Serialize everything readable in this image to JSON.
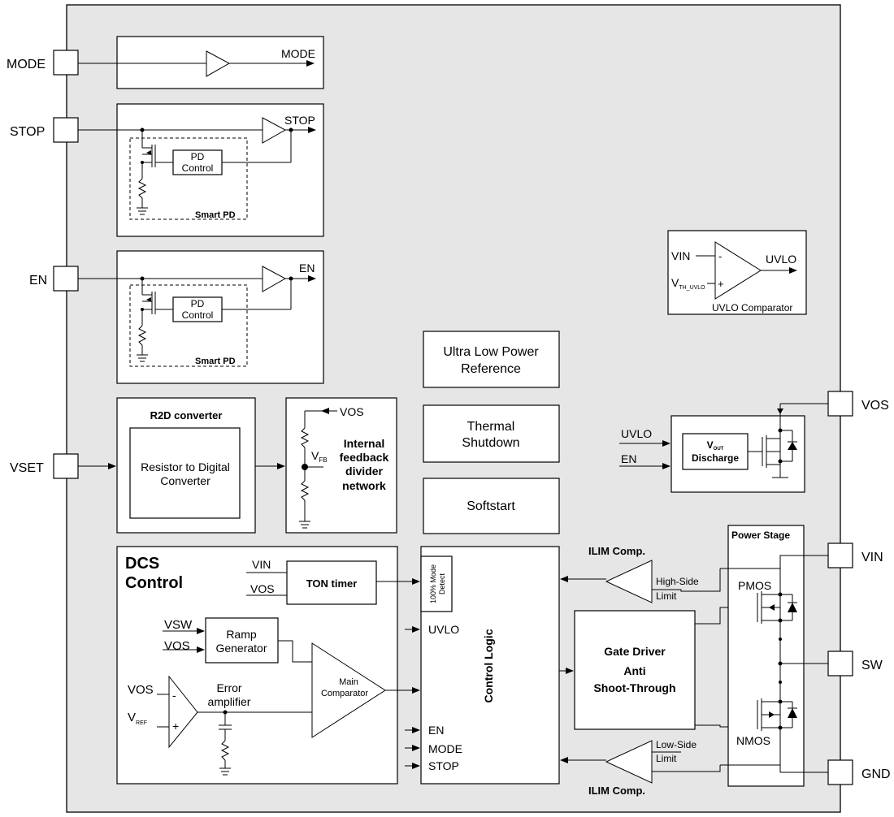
{
  "pins": {
    "mode": "MODE",
    "stop": "STOP",
    "en": "EN",
    "vset": "VSET",
    "vos": "VOS",
    "vin": "VIN",
    "sw": "SW",
    "gnd": "GND"
  },
  "blocks": {
    "mode_buffer": {
      "out": "MODE"
    },
    "stop_buffer": {
      "out": "STOP",
      "pd_line1": "PD",
      "pd_line2": "Control",
      "smart_pd": "Smart PD"
    },
    "en_buffer": {
      "out": "EN",
      "pd_line1": "PD",
      "pd_line2": "Control",
      "smart_pd": "Smart PD"
    },
    "uvlo_comparator": {
      "vin": "VIN",
      "minus": "-",
      "plus": "+",
      "vth_main": "V",
      "vth_sub": "TH_UVLO",
      "out": "UVLO",
      "title": "UVLO Comparator"
    },
    "reference": {
      "line1": "Ultra Low Power",
      "line2": "Reference"
    },
    "thermal": {
      "line1": "Thermal",
      "line2": "Shutdown"
    },
    "softstart": {
      "label": "Softstart"
    },
    "r2d": {
      "title": "R2D converter",
      "line1": "Resistor to Digital",
      "line2": "Converter"
    },
    "feedback": {
      "vos": "VOS",
      "vfb_main": "V",
      "vfb_sub": "FB",
      "line1": "Internal",
      "line2": "feedback",
      "line3": "divider",
      "line4": "network"
    },
    "discharge": {
      "uvlo": "UVLO",
      "en": "EN",
      "line1_main": "V",
      "line1_sub": "OUT",
      "line2": "Discharge"
    },
    "dcs": {
      "title_line1": "DCS",
      "title_line2": "Control",
      "vin": "VIN",
      "vos": "VOS",
      "ton": "TON timer",
      "vsw": "VSW",
      "vos2": "VOS",
      "ramp1": "Ramp",
      "ramp2": "Generator",
      "vos3": "VOS",
      "vref_main": "V",
      "vref_sub": "REF",
      "minus": "-",
      "plus": "+",
      "err1": "Error",
      "err2": "amplifier",
      "comp1": "Main",
      "comp2": "Comparator"
    },
    "control_logic": {
      "title": "Control Logic",
      "mode_detect1": "100% Mode",
      "mode_detect2": "Detect",
      "uvlo": "UVLO",
      "en": "EN",
      "mode": "MODE",
      "stop": "STOP"
    },
    "gate_driver": {
      "line1": "Gate Driver",
      "line2": "Anti",
      "line3": "Shoot-Through"
    },
    "ilim_high": {
      "title": "ILIM Comp.",
      "line1": "High-Side",
      "line2": "Limit"
    },
    "ilim_low": {
      "title": "ILIM Comp.",
      "line1": "Low-Side",
      "line2": "Limit"
    },
    "power_stage": {
      "title": "Power Stage",
      "pmos": "PMOS",
      "nmos": "NMOS"
    }
  }
}
